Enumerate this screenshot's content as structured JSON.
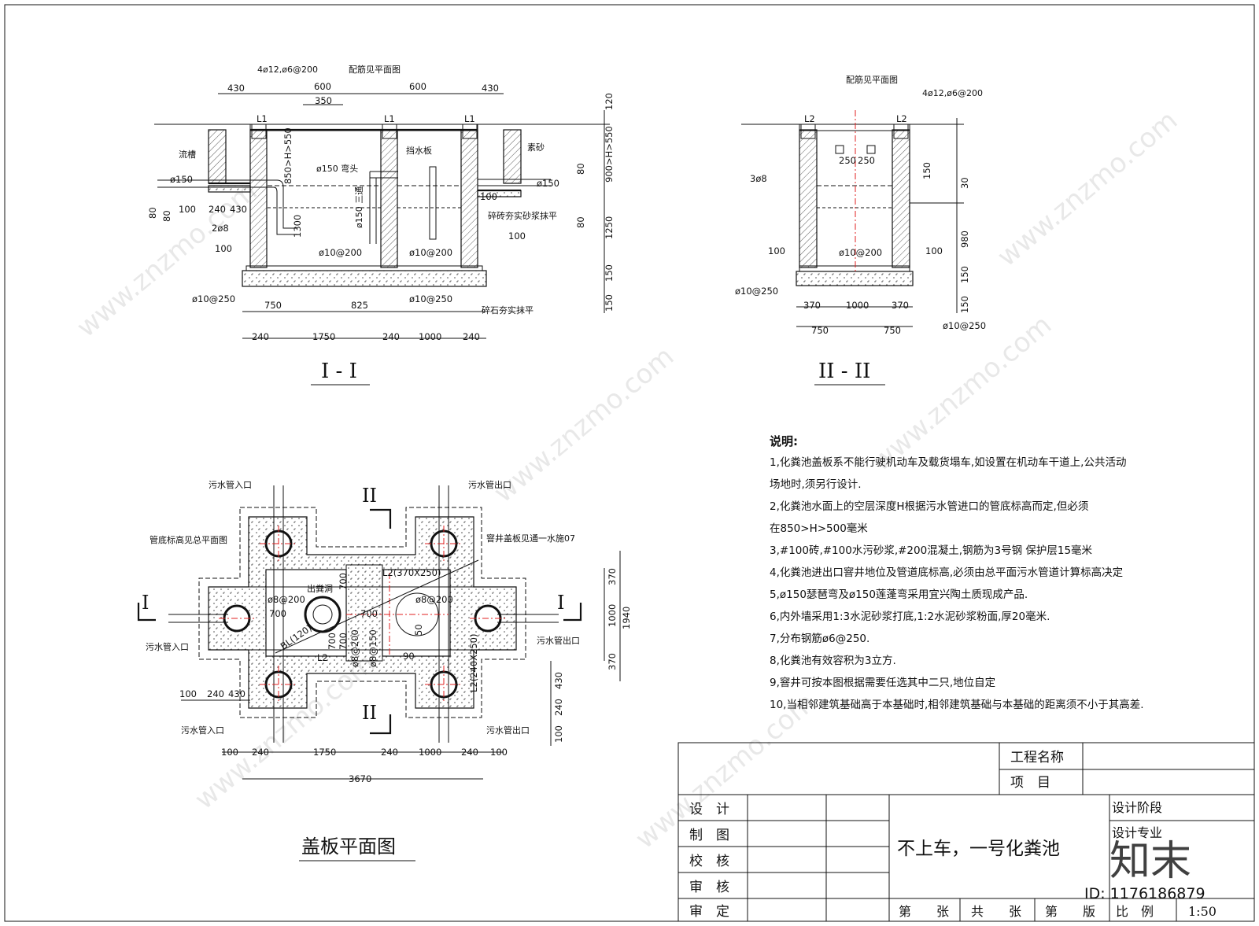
{
  "section1": {
    "title": "I - I",
    "rebar_top": "4ø12,ø6@200",
    "rebar_note": "配筋见平面图",
    "beams": [
      "L1",
      "L1",
      "L1"
    ],
    "labels": {
      "flow_channel": "流槽",
      "pipe_in": "ø150",
      "pipe_in_dim": "2ø8",
      "pipe_bend": "ø150 弯头",
      "pipe_tee": "ø150 三通",
      "baffle": "挡水板",
      "sand": "素砂",
      "pipe_out": "ø150",
      "brick_fill": "碎砖夯实砂浆抹平",
      "h_range": "850>H>550",
      "rebar_base1": "ø10@200",
      "rebar_base2": "ø10@200",
      "rebar_base3": "ø10@250",
      "rebar_base4": "ø10@250",
      "gravel": "碎石夯实抹平"
    },
    "dims_top": [
      "430",
      "600",
      "350",
      "600",
      "430"
    ],
    "dims_right": [
      "120",
      "900>H>550",
      "80",
      "80",
      "1250",
      "150",
      "150"
    ],
    "dims_left": [
      "80",
      "80",
      "100",
      "240",
      "430",
      "100",
      "1300"
    ],
    "dims_bottom1": [
      "750",
      "825"
    ],
    "dims_bottom2": [
      "240",
      "1750",
      "240",
      "1000",
      "240"
    ],
    "dims_misc": [
      "100",
      "100"
    ]
  },
  "section2": {
    "title": "II - II",
    "rebar_note": "配筋见平面图",
    "rebar_top": "4ø12,ø6@200",
    "beams": [
      "L2",
      "L2"
    ],
    "labels": {
      "bars": "3ø8",
      "rebar_base1": "ø10@200",
      "rebar_base2": "ø10@250",
      "rebar_base3": "ø10@250",
      "hole": "250",
      "hole2": "250"
    },
    "dims_right": [
      "30",
      "980",
      "150",
      "150",
      "150"
    ],
    "dims_bottom1": [
      "370",
      "1000",
      "370"
    ],
    "dims_bottom2": [
      "750",
      "750"
    ],
    "dims_misc": [
      "100",
      "100"
    ]
  },
  "plan": {
    "title": "盖板平面图",
    "labels": {
      "inlet1": "污水管入口",
      "outlet1": "污水管出口",
      "pipe_elev": "管底标高见总平面图",
      "manhole_note": "窨井盖板见通一水施07",
      "outlet_hole": "出粪洞",
      "l2a": "L2(370X250)",
      "l2b": "L2(240X250)",
      "l2c": "L2",
      "bl": "BL(120)",
      "bar1": "ø8@200",
      "bar2": "ø8@200",
      "bar3": "ø8@200",
      "bar4": "ø8@150",
      "inlet2": "污水管入口",
      "outlet2": "污水管出口",
      "inlet3": "污水管入口",
      "outlet3": "污水管出口",
      "sec_i": "I",
      "sec_ii": "II"
    },
    "dims_inner": [
      "700",
      "700",
      "700",
      "700",
      "700",
      "50",
      "90"
    ],
    "dims_right": [
      "370",
      "1000",
      "370",
      "1940"
    ],
    "dims_left": [
      "100",
      "240",
      "430"
    ],
    "dims_right2": [
      "430",
      "240",
      "100"
    ],
    "dims_bottom": [
      "100",
      "240",
      "1750",
      "240",
      "1000",
      "240",
      "100"
    ],
    "total": "3670"
  },
  "notes": {
    "heading": "说明:",
    "items": [
      "1,化粪池盖板系不能行驶机动车及载货塌车,如设置在机动车干道上,公共活动",
      "场地时,须另行设计.",
      "2,化粪池水面上的空层深度H根据污水管进口的管底标高而定,但必须",
      "在850>H>500毫米",
      "3,#100砖,#100水污砂浆,#200混凝土,钢筋为3号钢 保护层15毫米",
      "4,化粪池进出口窨井地位及管道底标高,必须由总平面污水管道计算标高决定",
      "5,ø150瑟琶弯及ø150莲蓬弯采用宜兴陶土质现成产品.",
      "6,内外墙采用1:3水泥砂浆打底,1:2水泥砂浆粉面,厚20毫米.",
      "7,分布钢筋ø6@250.",
      "8,化粪池有效容积为3立方.",
      "9,窨井可按本图根据需要任选其中二只,地位自定",
      "10,当相邻建筑基础高于本基础时,相邻建筑基础与本基础的距离须不小于其高差."
    ]
  },
  "title_block": {
    "project_name_label": "工程名称",
    "project_label": "项　目",
    "design": "设　计",
    "draw": "制　图",
    "check": "校　核",
    "review": "审　核",
    "approve": "审　定",
    "drawing_title": "不上车，一号化粪池",
    "stage": "设计阶段",
    "specialty": "设计专业",
    "sheet": "第　　张",
    "total": "共　　张",
    "version": "第　　版",
    "scale_label": "比　例",
    "scale": "1:50"
  },
  "watermark": {
    "brand": "知末",
    "site": "www.znzmo.com",
    "id": "ID: 1176186879"
  }
}
